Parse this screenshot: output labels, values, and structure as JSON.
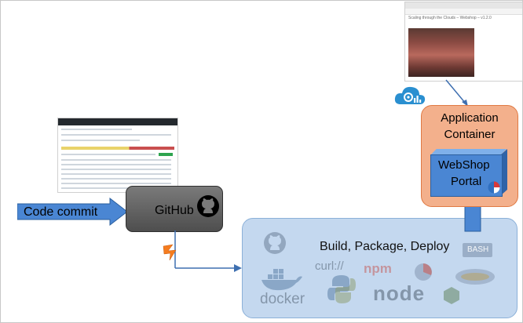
{
  "labels": {
    "code_commit": "Code commit",
    "github": "GitHub",
    "build": "Build, Package, Deploy",
    "app_container_line1": "Application",
    "app_container_line2": "Container",
    "webshop_line1": "WebShop",
    "webshop_line2": "Portal"
  },
  "webshop_screenshot": {
    "title": "Scaling through the Clouds – Webshop – v1.2.0"
  },
  "tool_logos": [
    "curl://",
    "npm",
    "BASH",
    "docker",
    "node"
  ],
  "colors": {
    "arrow_blue": "#4a86d3",
    "github_box": "#666666",
    "build_box": "#c4d8ef",
    "app_container": "#f3b08c",
    "lightning": "#f57c1f"
  }
}
